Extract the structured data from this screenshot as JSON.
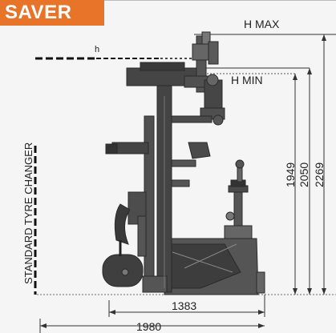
{
  "badge_label": "SAVER",
  "labels": {
    "h_max": "H MAX",
    "h_min": "H MIN",
    "h": "h",
    "standard_changer": "STANDARD TYRE CHANGER"
  },
  "dimensions": {
    "height_1": "1949",
    "height_2": "2050",
    "height_3": "2269",
    "width_1": "1383",
    "width_2": "1980"
  },
  "colors": {
    "badge": "#e8742a",
    "machine": "#4a4a4a",
    "background": "#f5f5f5"
  }
}
